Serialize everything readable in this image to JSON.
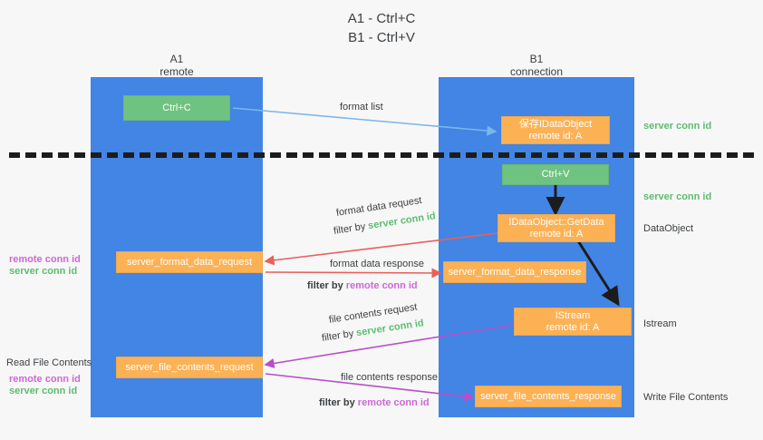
{
  "title": "A1 - Ctrl+C\nB1 - Ctrl+V",
  "colors": {
    "lane": "#4285e4",
    "green_node": "#6fc380",
    "orange_node": "#fcb155",
    "server_conn_id": "#5cbd6e",
    "remote_conn_id": "#cd68d8",
    "arrow_blue": "#7ab8ea",
    "arrow_red": "#e8615c",
    "arrow_purple": "#b84ecb",
    "arrow_black": "#1c1c1c",
    "background": "#f7f7f7"
  },
  "columns": [
    {
      "name": "A1",
      "sub": "remote"
    },
    {
      "name": "B1",
      "sub": "connection"
    }
  ],
  "nodes": {
    "ctrl_c": {
      "line1": "Ctrl+C"
    },
    "save_idataobject": {
      "line1": "保存IDataObject",
      "line2": "remote id: A"
    },
    "ctrl_v": {
      "line1": "Ctrl+V"
    },
    "getdata": {
      "line1": "IDataObject::GetData",
      "line2": "remote id: A"
    },
    "istream": {
      "line1": "IStream",
      "line2": "remote id: A"
    },
    "server_format_data_request": {
      "line1": "server_format_data_request"
    },
    "server_format_data_response": {
      "line1": "server_format_data_response"
    },
    "server_file_contents_request": {
      "line1": "server_file_contents_request"
    },
    "server_file_contents_response": {
      "line1": "server_file_contents_response"
    }
  },
  "edge_labels": {
    "format_list": "format list",
    "format_data_request": "format data request",
    "format_data_request_filter_prefix": "filter by ",
    "format_data_request_filter_value": "server conn id",
    "format_data_response": "format data response",
    "format_data_response_filter_prefix": "filter by ",
    "format_data_response_filter_value": "remote conn id",
    "file_contents_request": "file contents request",
    "file_contents_request_filter_prefix": "filter by ",
    "file_contents_request_filter_value": "server conn id",
    "file_contents_response": "file contents response",
    "file_contents_response_filter_prefix": "filter by ",
    "file_contents_response_filter_value": "remote conn id"
  },
  "side_labels": {
    "right_server_conn_id_top": "server conn id",
    "right_server_conn_id_mid": "server conn id",
    "right_dataobject": "DataObject",
    "right_istream": "Istream",
    "right_write_file_contents": "Write File Contents",
    "left_remote_conn_id_upper": "remote conn id",
    "left_server_conn_id_upper": "server conn id",
    "left_read_file_contents": "Read File Contents",
    "left_remote_conn_id_lower": "remote conn id",
    "left_server_conn_id_lower": "server conn id"
  }
}
